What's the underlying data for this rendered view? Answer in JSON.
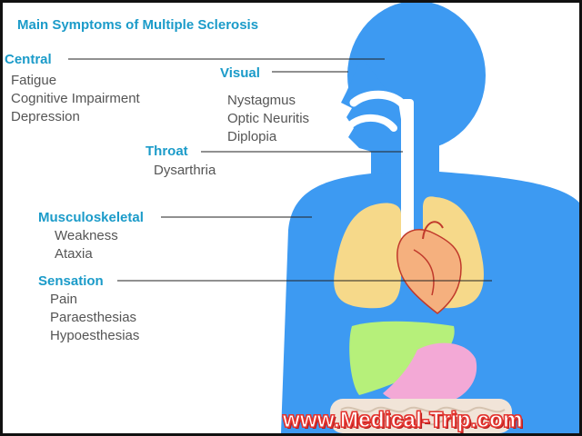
{
  "title": "Main Symptoms of Multiple Sclerosis",
  "watermark": "www.Medical-Trip.com",
  "colors": {
    "body": "#3d9af2",
    "lungs": "#f6d98a",
    "heart": "#f5b07e",
    "liver": "#b6f07a",
    "stomach": "#f3a9d6",
    "intestine": "#f1e4d8",
    "heading": "#1b9bc9",
    "item": "#555555",
    "watermark": "#e3342f"
  },
  "groups": {
    "central": {
      "heading": "Central",
      "items": [
        "Fatigue",
        "Cognitive Impairment",
        "Depression"
      ]
    },
    "visual": {
      "heading": "Visual",
      "items": [
        "Nystagmus",
        "Optic Neuritis",
        "Diplopia"
      ]
    },
    "throat": {
      "heading": "Throat",
      "items": [
        "Dysarthria"
      ]
    },
    "musculoskeletal": {
      "heading": "Musculoskeletal",
      "items": [
        "Weakness",
        "Ataxia"
      ]
    },
    "sensation": {
      "heading": "Sensation",
      "items": [
        "Pain",
        "Paraesthesias",
        "Hypoesthesias"
      ]
    }
  }
}
